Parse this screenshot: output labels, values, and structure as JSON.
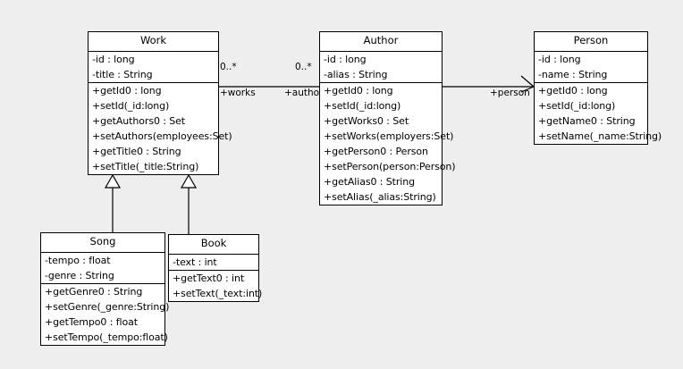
{
  "diagram": {
    "type": "uml-class-diagram",
    "background_color": "#eeeeee",
    "box_fill_color": "#ffffff",
    "line_color": "#000000"
  },
  "classes": {
    "work": {
      "name": "Work",
      "attributes": [
        "-id : long",
        "-title : String"
      ],
      "methods": [
        "+getId0 : long",
        "+setId(_id:long)",
        "+getAuthors0 : Set",
        "+setAuthors(employees:Set)",
        "+getTitle0 : String",
        "+setTitle(_title:String)"
      ]
    },
    "author": {
      "name": "Author",
      "attributes": [
        "-id : long",
        "-alias : String"
      ],
      "methods": [
        "+getId0 : long",
        "+setId(_id:long)",
        "+getWorks0 : Set",
        "+setWorks(employers:Set)",
        "+getPerson0 : Person",
        "+setPerson(person:Person)",
        "+getAlias0 : String",
        "+setAlias(_alias:String)"
      ]
    },
    "person": {
      "name": "Person",
      "attributes": [
        "-id : long",
        "-name : String"
      ],
      "methods": [
        "+getId0 : long",
        "+setId(_id:long)",
        "+getName0 : String",
        "+setName(_name:String)"
      ]
    },
    "song": {
      "name": "Song",
      "attributes": [
        "-tempo : float",
        "-genre : String"
      ],
      "methods": [
        "+getGenre0 : String",
        "+setGenre(_genre:String)",
        "+getTempo0 : float",
        "+setTempo(_tempo:float)"
      ]
    },
    "book": {
      "name": "Book",
      "attributes": [
        "-text : int"
      ],
      "methods": [
        "+getText0 : int",
        "+setText(_text:int)"
      ]
    }
  },
  "relationships": {
    "work_author": {
      "multiplicity_work_end": "0..*",
      "multiplicity_author_end": "0..*",
      "role_work_end": "+works",
      "role_author_end": "+authors"
    },
    "author_person": {
      "role_person_end": "+person"
    },
    "song_work": {
      "kind": "generalization"
    },
    "book_work": {
      "kind": "generalization"
    }
  }
}
